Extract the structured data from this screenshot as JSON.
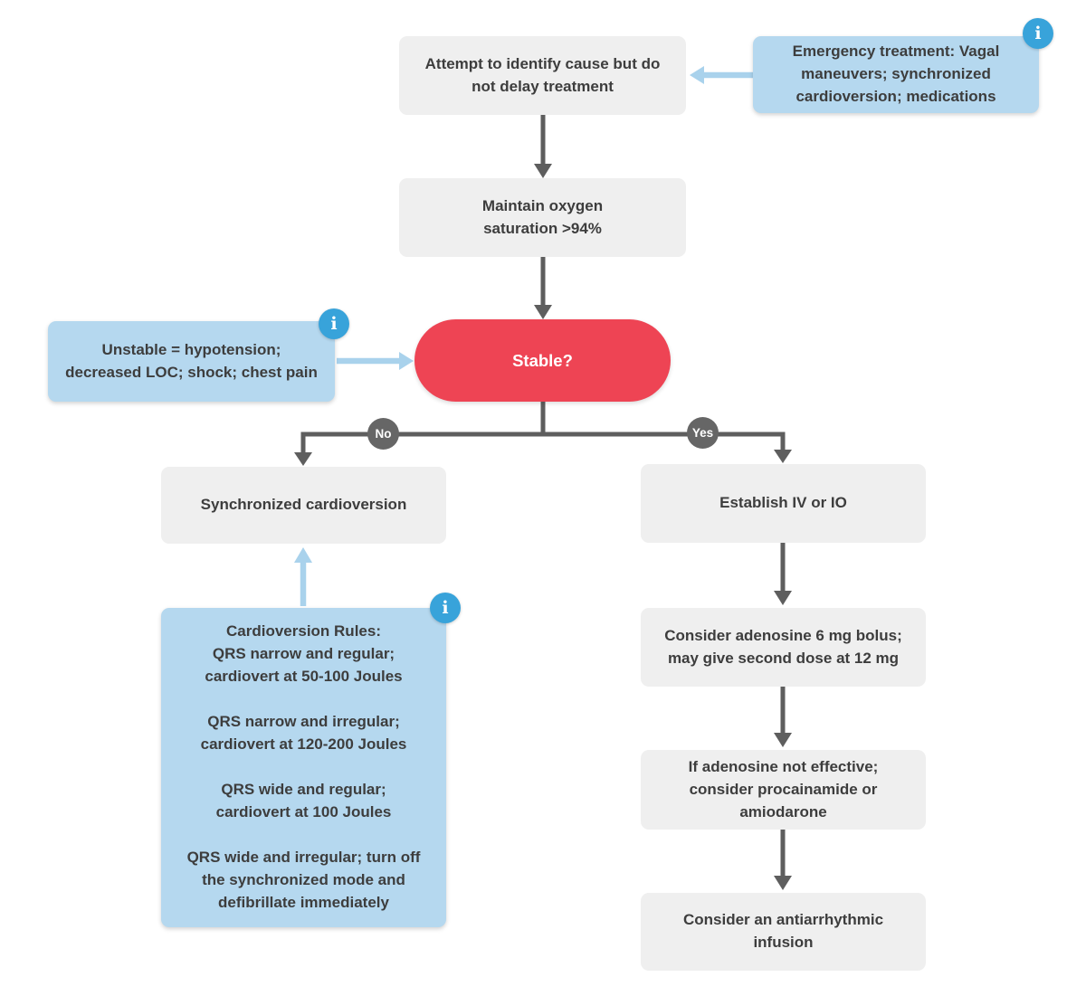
{
  "palette": {
    "box_gray": "#efefef",
    "box_blue": "#b5d8ef",
    "pill_red": "#ee4454",
    "info_blue": "#38a3da",
    "arrow_dark": "#5e5e5e",
    "arrow_blue": "#a9d2ec",
    "label_gray": "#666666",
    "text_dark": "#3d3d3d"
  },
  "flowchart": {
    "identify": "Attempt to identify cause but do\nnot delay treatment",
    "emergency": "Emergency treatment: Vagal\nmaneuvers; synchronized\ncardioversion; medications",
    "oxygen": "Maintain oxygen\nsaturation >94%",
    "stable": "Stable?",
    "unstable": "Unstable = hypotension;\ndecreased LOC; shock; chest pain",
    "no_label": "No",
    "yes_label": "Yes",
    "sync_cardioversion": "Synchronized cardioversion",
    "establish": "Establish IV or IO",
    "rules": [
      "Cardioversion Rules:\nQRS narrow and regular;\ncardiovert at 50-100 Joules",
      "QRS narrow and irregular;\ncardiovert at 120-200 Joules",
      "QRS wide and regular;\ncardiovert at 100 Joules",
      "QRS wide and irregular; turn off\nthe synchronized mode and\ndefibrillate immediately"
    ],
    "adenosine": "Consider adenosine 6 mg bolus;\nmay give second dose at 12 mg",
    "if_adenosine": "If adenosine not effective;\nconsider procainamide or\namiodarone",
    "infusion": "Consider an antiarrhythmic\ninfusion",
    "info_glyph": "i"
  }
}
